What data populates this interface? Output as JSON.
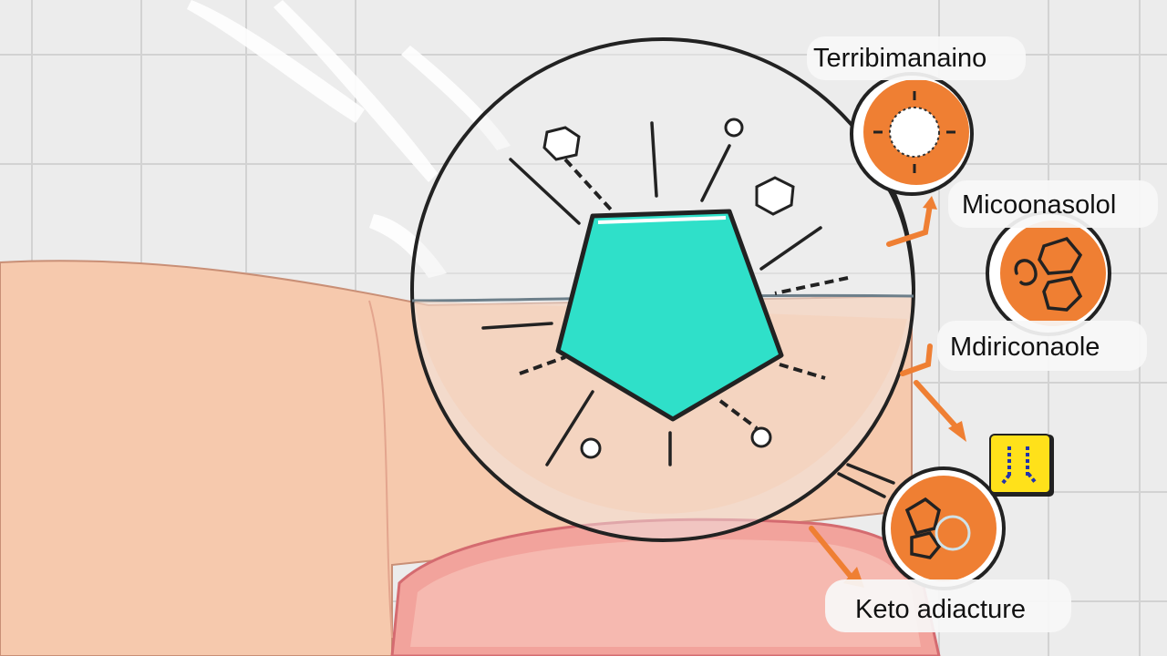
{
  "labels": {
    "top": "Terribimanaino",
    "middle_upper": "Micoonasolol",
    "middle_lower": "Mdiriconaole",
    "bottom": "Keto adiacture"
  },
  "colors": {
    "background": "#ececec",
    "skin": "#f6c9ad",
    "skin_inflamed": "#f3a7a0",
    "pentagon": "#2fe0c9",
    "orange": "#ef7f33",
    "yellow": "#ffe11a"
  },
  "icons": [
    "magnifier-lens-icon",
    "pentagon-fungus-icon",
    "sun-ring-icon",
    "molecule-icon",
    "molecule-icon",
    "warning-box-icon"
  ]
}
